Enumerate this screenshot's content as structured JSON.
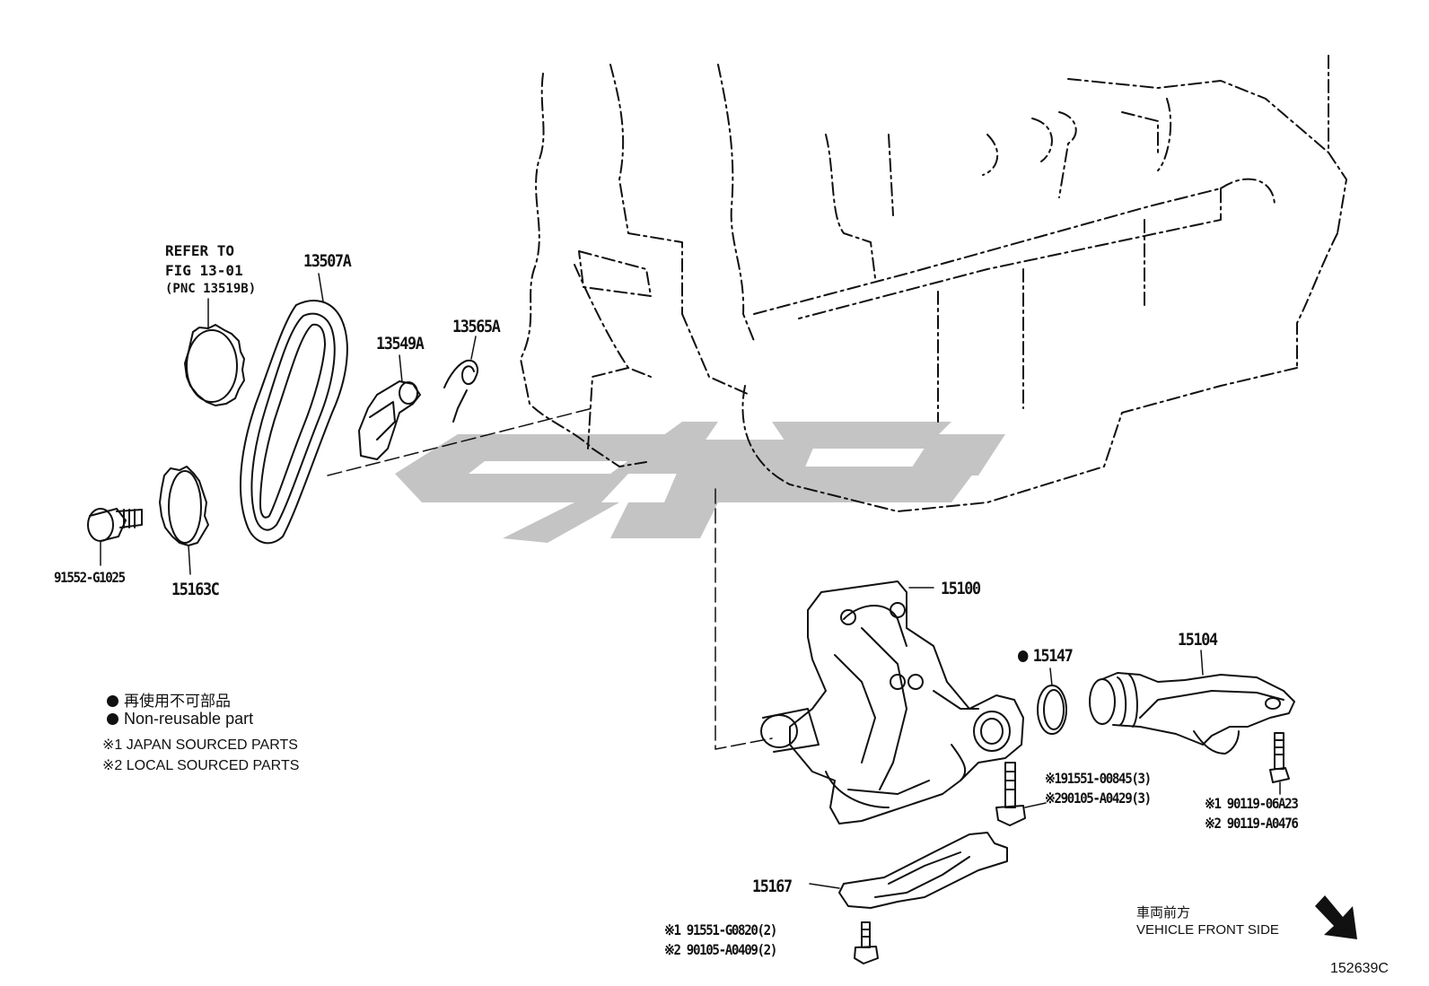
{
  "diagram": {
    "figure_code": "152639C",
    "refer": {
      "line1": "REFER TO",
      "line2": "FIG 13-01",
      "line3": "(PNC 13519B)"
    },
    "parts": {
      "p13507A": "13507A",
      "p13549A": "13549A",
      "p13565A": "13565A",
      "p91552": "91552-G1025",
      "p15163C": "15163C",
      "p15100": "15100",
      "p15147": "15147",
      "p15104": "15104",
      "p15167": "15167",
      "bolt_a1": "※191551-00845(3)",
      "bolt_a2": "※290105-A0429(3)",
      "bolt_b1": "※1 90119-06A23",
      "bolt_b2": "※2 90119-A0476",
      "bolt_c1": "※1 91551-G0820(2)",
      "bolt_c2": "※2 90105-A0409(2)"
    },
    "legend": {
      "jp_nonreusable": "再使用不可部品",
      "nonreusable": "Non-reusable part",
      "note1": "※1 JAPAN SOURCED PARTS",
      "note2": "※2 LOCAL SOURCED PARTS"
    },
    "direction": {
      "jp": "車両前方",
      "en": "VEHICLE FRONT SIDE"
    }
  }
}
